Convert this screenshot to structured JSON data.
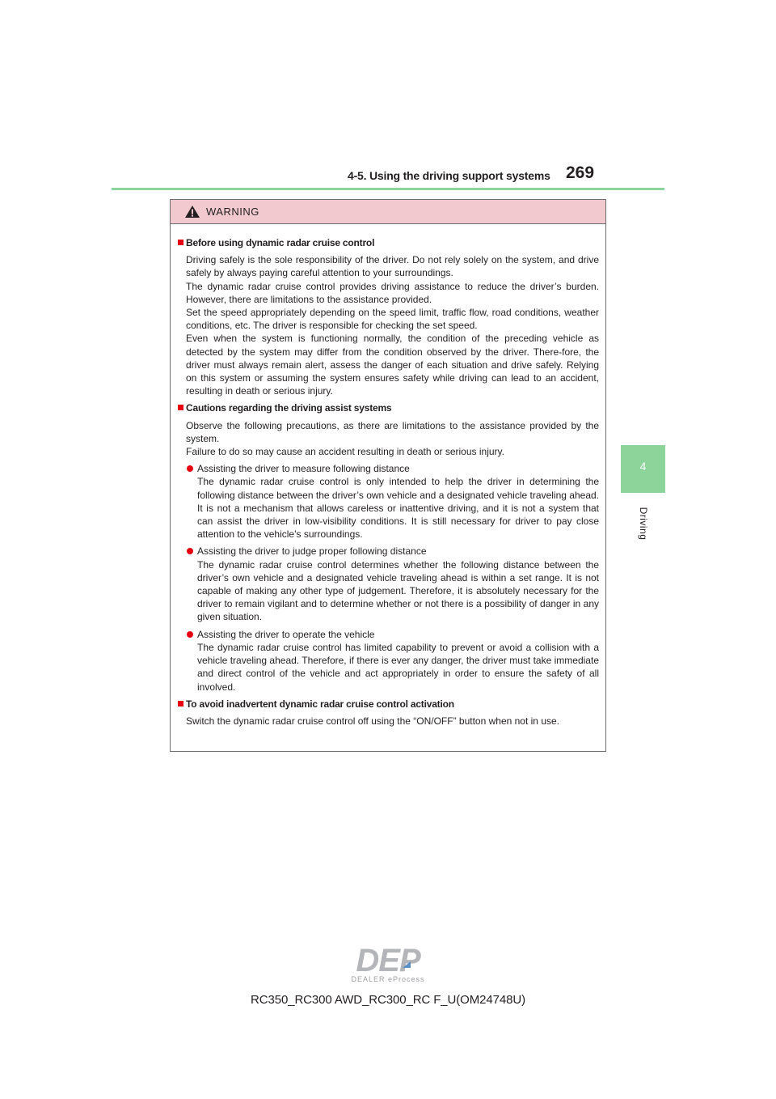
{
  "header": {
    "section_title": "4-5. Using the driving support systems",
    "page_number": "269"
  },
  "side_tab": {
    "chapter_number": "4",
    "chapter_label": "Driving"
  },
  "warning": {
    "label": "WARNING",
    "sections": [
      {
        "title": "Before using dynamic radar cruise control",
        "paragraphs": [
          "Driving safely is the sole responsibility of the driver. Do not rely solely on the system, and drive safely by always paying careful attention to your surroundings.",
          "The dynamic radar cruise control provides driving assistance to reduce the driver’s burden. However, there are limitations to the assistance provided.",
          "Set the speed appropriately depending on the speed limit, traffic flow, road conditions, weather conditions, etc. The driver is responsible for checking the set speed.",
          "Even when the system is functioning normally, the condition of the preceding vehicle as detected by the system may differ from the condition observed by the driver. There-fore, the driver must always remain alert, assess the danger of each situation and drive safely. Relying on this system or assuming the system ensures safety while driving can lead to an accident, resulting in death or serious injury."
        ]
      },
      {
        "title": "Cautions regarding the driving assist systems",
        "paragraphs": [
          "Observe the following precautions, as there are limitations to the assistance provided by the system.",
          "Failure to do so may cause an accident resulting in death or serious injury."
        ],
        "bullets": [
          {
            "title": "Assisting the driver to measure following distance",
            "text": "The dynamic radar cruise control is only intended to help the driver in determining the following distance between the driver’s own vehicle and a designated vehicle traveling ahead. It is not a mechanism that allows careless or inattentive driving, and it is not a system that can assist the driver in low-visibility conditions. It is still necessary for driver to pay close attention to the vehicle’s surroundings."
          },
          {
            "title": "Assisting the driver to judge proper following distance",
            "text": "The dynamic radar cruise control determines whether the following distance between the driver’s own vehicle and a designated vehicle traveling ahead is within a set range. It is not capable of making any other type of judgement. Therefore, it is absolutely necessary for the driver to remain vigilant and to determine whether or not there is a possibility of danger in any given situation."
          },
          {
            "title": "Assisting the driver to operate the vehicle",
            "text": "The dynamic radar cruise control has limited capability to prevent or avoid a collision with a vehicle traveling ahead. Therefore, if there is ever any danger, the driver must take immediate and direct control of the vehicle and act appropriately in order to ensure the safety of all involved."
          }
        ]
      },
      {
        "title": "To avoid inadvertent dynamic radar cruise control activation",
        "paragraphs": [
          "Switch the dynamic radar cruise control off using the “ON/OFF” button when not in use."
        ]
      }
    ]
  },
  "footer": {
    "document_code": "RC350_RC300 AWD_RC300_RC F_U(OM24748U)"
  },
  "watermark": {
    "logo_text": "DEP",
    "logo_subtext": "DEALER ePROCESS"
  },
  "colors": {
    "accent_green": "#8dd49a",
    "warning_header": "#f2c9cf",
    "bullet_red": "#e60012"
  }
}
